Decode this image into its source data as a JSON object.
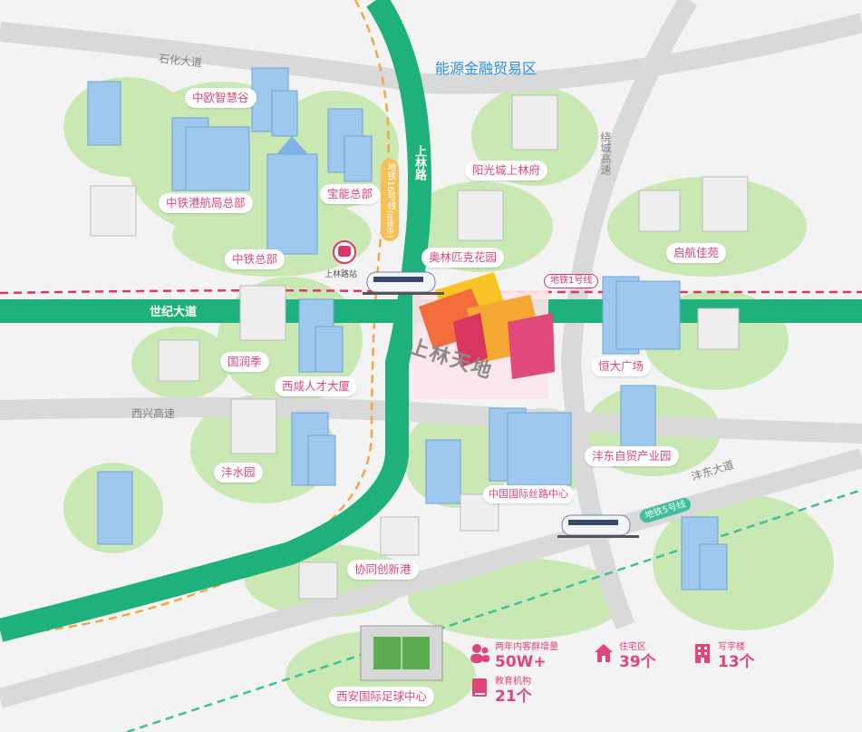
{
  "district": {
    "name": "能源金融贸易区"
  },
  "roads": {
    "shihua": "石化大道",
    "shanglin": "上林路",
    "shiji": "世纪大道",
    "xixing": "西兴高速",
    "raocheng": "绕城高速",
    "fengdong": "沣东大道"
  },
  "metro": {
    "line1": "地铁1号线",
    "line5": "地铁5号线",
    "line16": "地铁16号线",
    "line16_note": "(在建中)",
    "station": "上林路站"
  },
  "project": {
    "name": "上林天地"
  },
  "places": {
    "zhongou": "中欧智慧谷",
    "zhongtiegang": "中铁港航局总部",
    "zhongtie": "中铁总部",
    "baoneng": "宝能总部",
    "yangguang": "阳光城上林府",
    "aolin": "奥林匹克花园",
    "qihang": "启航佳苑",
    "guorun": "国润季",
    "xixian": "西咸人才大厦",
    "hengda": "恒大广场",
    "fengshui": "沣水园",
    "fengdong_park": "沣东自贸产业园",
    "silk_road": "中国国际丝路中心",
    "xietong": "协同创新港",
    "football": "西安国际足球中心"
  },
  "stats": [
    {
      "label": "两年内客群增量",
      "value": "50W+",
      "icon": "people-icon"
    },
    {
      "label": "住宅区",
      "value": "39个",
      "icon": "house-icon"
    },
    {
      "label": "写字楼",
      "value": "13个",
      "icon": "office-icon"
    },
    {
      "label": "教育机构",
      "value": "21个",
      "icon": "book-icon"
    }
  ],
  "colors": {
    "main_road": "#1fb17b",
    "metro1": "#d9376b",
    "metro5": "#3fbf9b",
    "metro16": "#f0a742",
    "green": "#c9e8b4",
    "accent": "#e2457a"
  }
}
